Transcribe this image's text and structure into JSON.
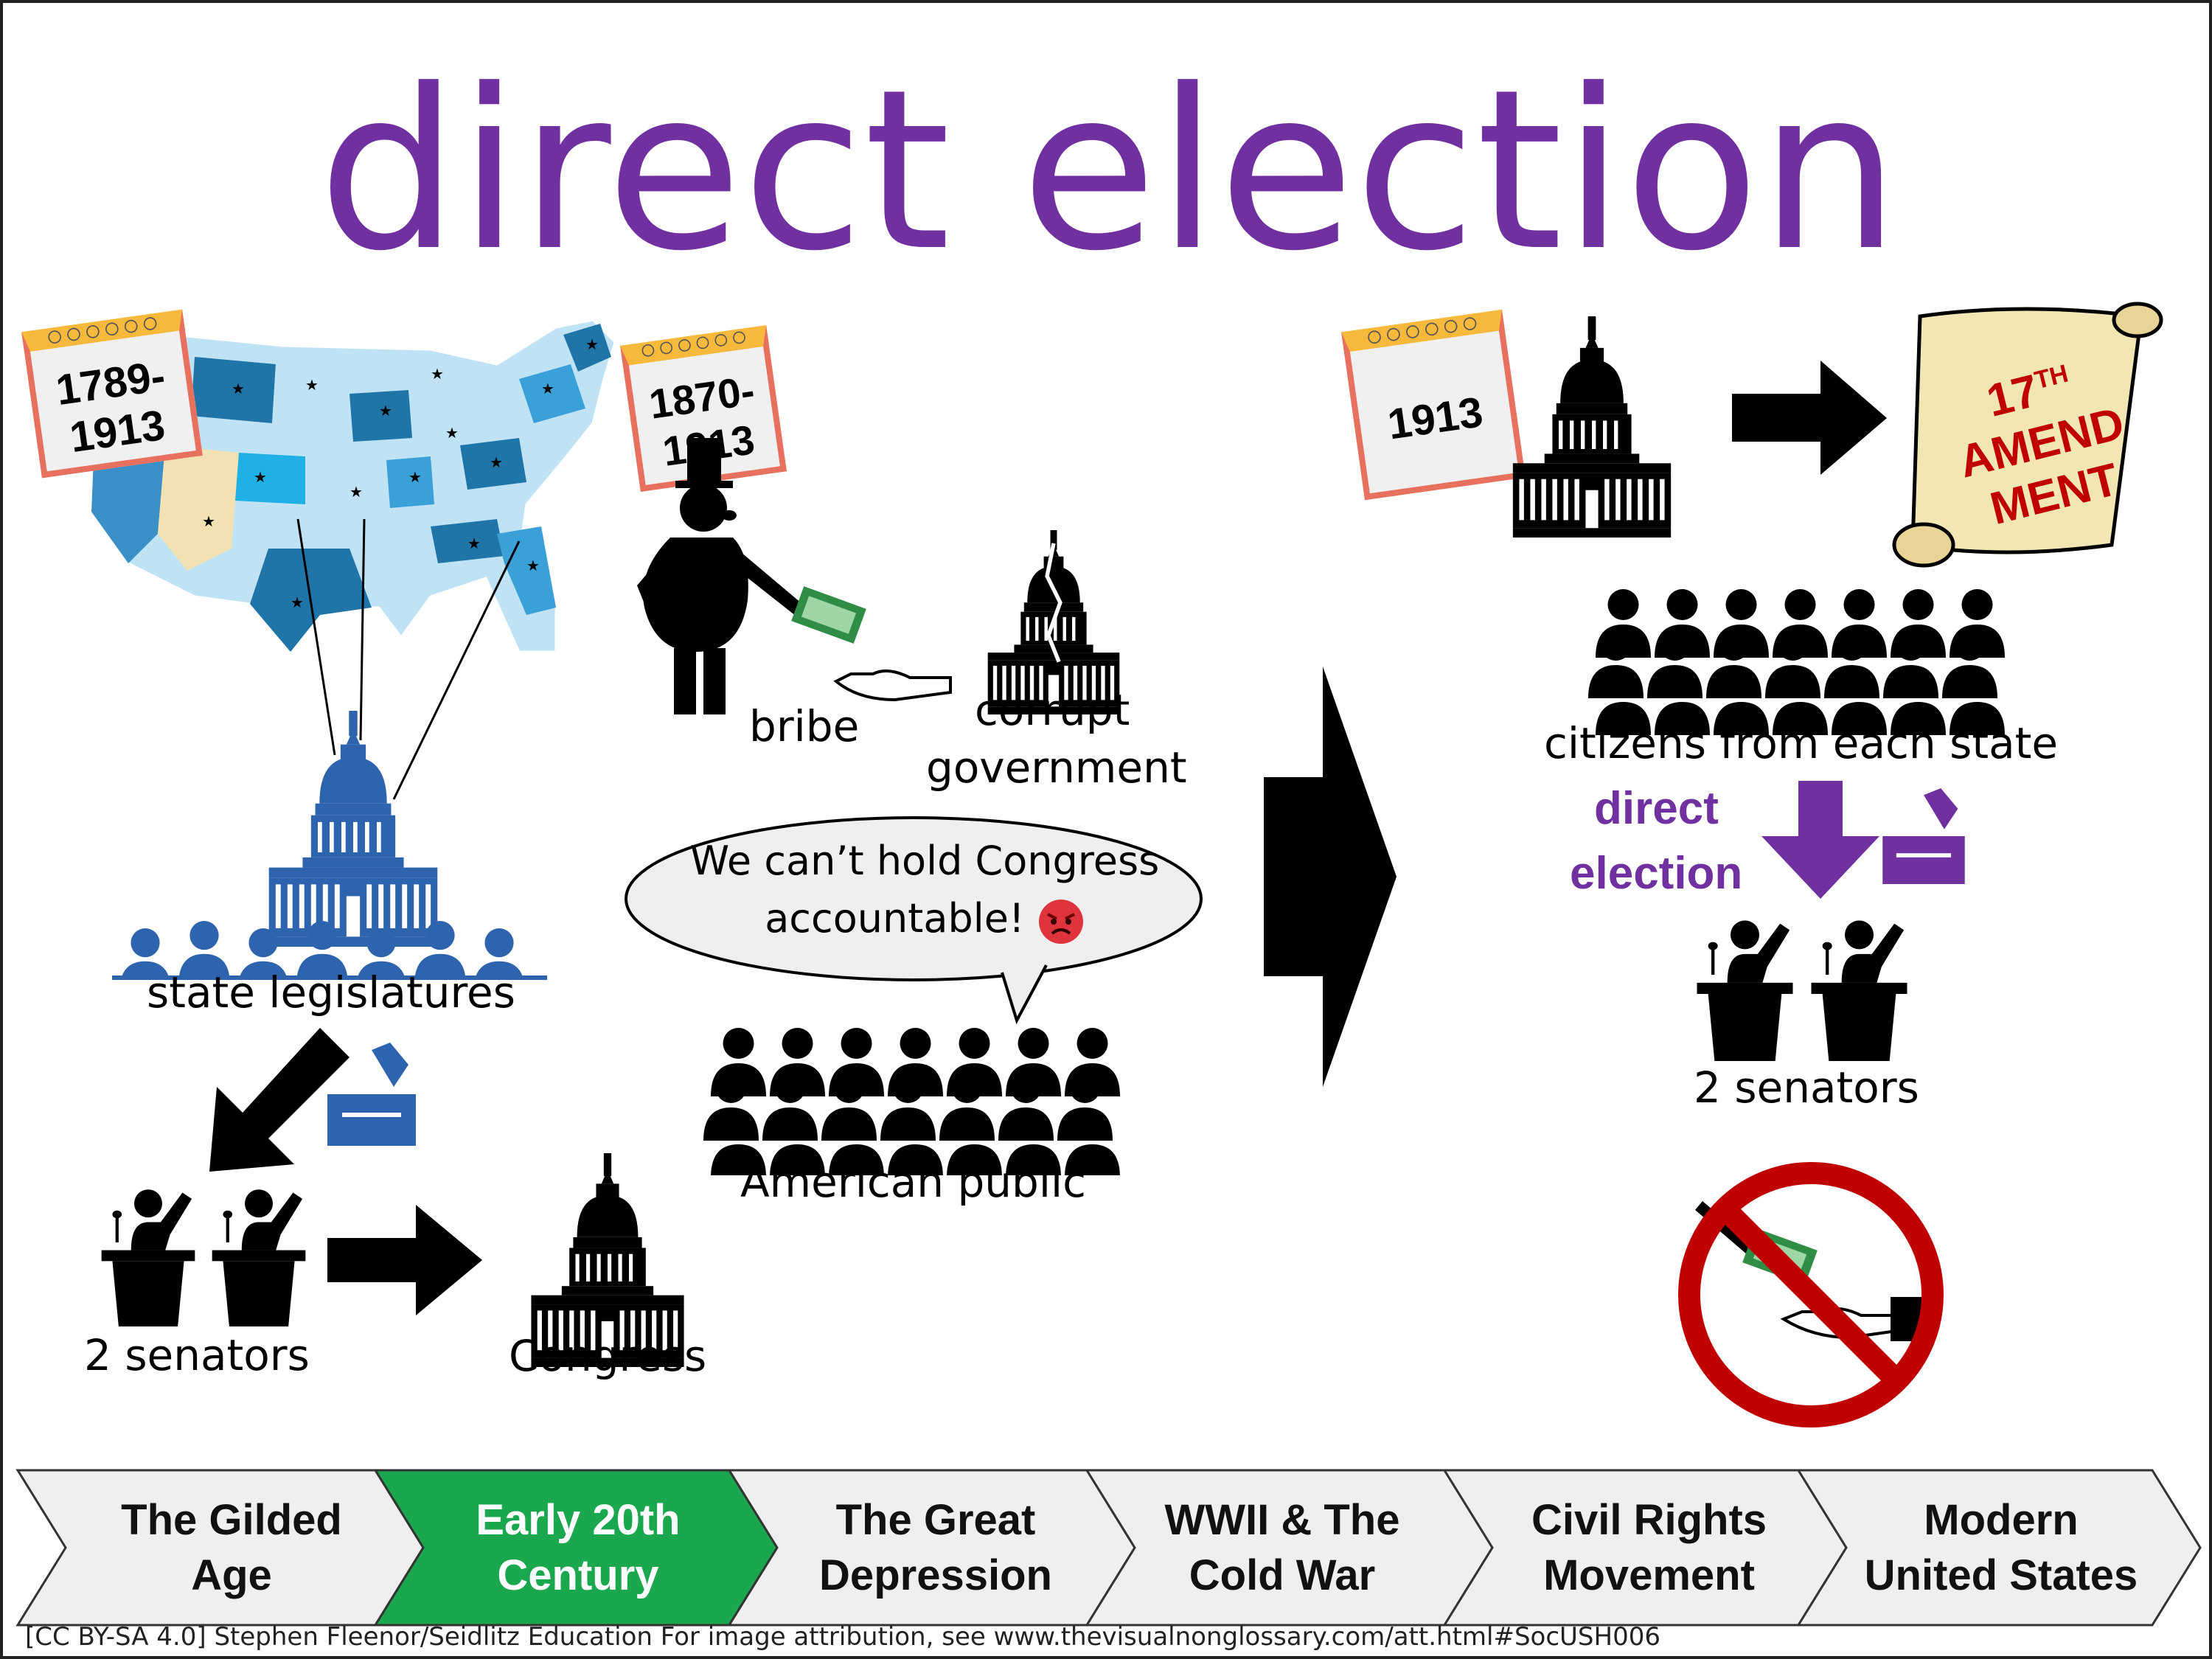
{
  "title": "direct election",
  "calendars": {
    "c1": {
      "l1": "1789-",
      "l2": "1913"
    },
    "c2": {
      "l1": "1870-",
      "l2": "1913"
    },
    "c3": {
      "l1": "1913"
    }
  },
  "labels": {
    "state_legislatures": "state legislatures",
    "senators_left": "2 senators",
    "congress": "Congress",
    "bribe": "bribe",
    "corrupt_l1": "corrupt",
    "corrupt_l2": "government",
    "american_public": "American public",
    "citizens": "citizens from each state",
    "direct_l1": "direct",
    "direct_l2": "election",
    "senators_right": "2 senators"
  },
  "speech": {
    "l1": "We can’t hold Congress",
    "l2": "accountable!"
  },
  "scroll": {
    "l1": "17",
    "sup": "TH",
    "l2": "AMEND",
    "l3": "MENT"
  },
  "timeline": [
    {
      "l1": "The Gilded",
      "l2": "Age"
    },
    {
      "l1": "Early 20th",
      "l2": "Century"
    },
    {
      "l1": "The Great",
      "l2": "Depression"
    },
    {
      "l1": "WWII & The",
      "l2": "Cold War"
    },
    {
      "l1": "Civil Rights",
      "l2": "Movement"
    },
    {
      "l1": "Modern",
      "l2": "United States"
    }
  ],
  "footer": "[CC BY-SA 4.0] Stephen Fleenor/Seidlitz Education For image attribution, see www.thevisualnonglossary.com/att.html#SocUSH006",
  "colors": {
    "title": "#7030a0",
    "active_tab": "#1aa74e",
    "tab": "#efefef",
    "no_sign": "#c00000",
    "legislature_blue": "#2e64ad"
  }
}
